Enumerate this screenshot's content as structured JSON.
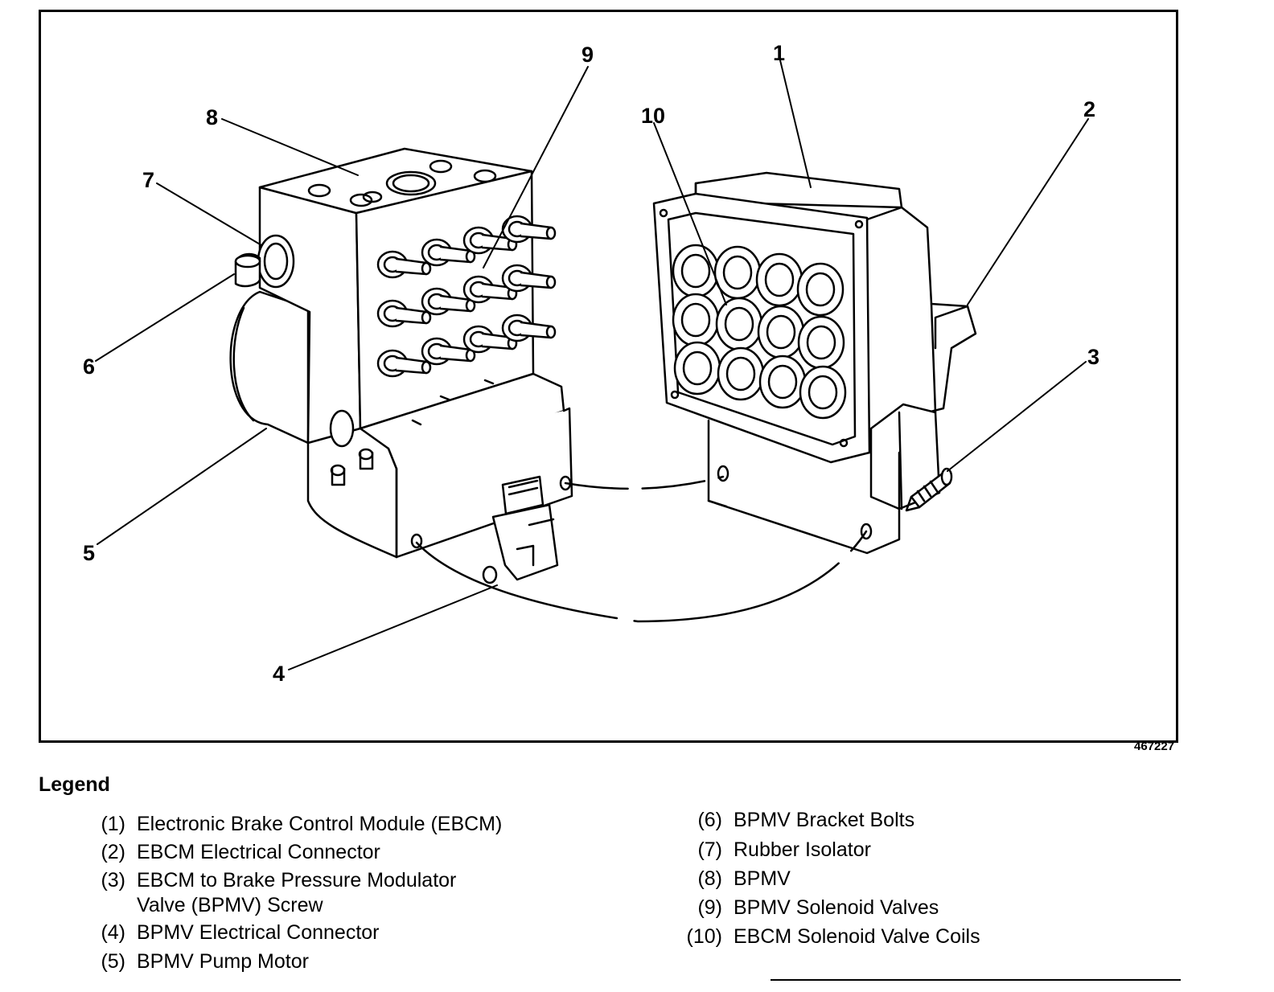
{
  "figure_id": "467227",
  "callouts": {
    "c1": "1",
    "c2": "2",
    "c3": "3",
    "c4": "4",
    "c5": "5",
    "c6": "6",
    "c7": "7",
    "c8": "8",
    "c9": "9",
    "c10": "10"
  },
  "legend": {
    "title": "Legend",
    "items": [
      {
        "num": "(1)",
        "lines": [
          "Electronic Brake Control Module (EBCM)"
        ]
      },
      {
        "num": "(2)",
        "lines": [
          "EBCM Electrical Connector"
        ]
      },
      {
        "num": "(3)",
        "lines": [
          "EBCM to Brake Pressure Modulator",
          "Valve (BPMV) Screw"
        ]
      },
      {
        "num": "(4)",
        "lines": [
          "BPMV Electrical Connector"
        ]
      },
      {
        "num": "(5)",
        "lines": [
          "BPMV Pump Motor"
        ]
      },
      {
        "num": "(6)",
        "lines": [
          "BPMV Bracket Bolts"
        ]
      },
      {
        "num": "(7)",
        "lines": [
          "Rubber Isolator"
        ]
      },
      {
        "num": "(8)",
        "lines": [
          "BPMV"
        ]
      },
      {
        "num": "(9)",
        "lines": [
          "BPMV Solenoid Valves"
        ]
      },
      {
        "num": "(10)",
        "lines": [
          "EBCM Solenoid Valve Coils"
        ]
      }
    ]
  }
}
